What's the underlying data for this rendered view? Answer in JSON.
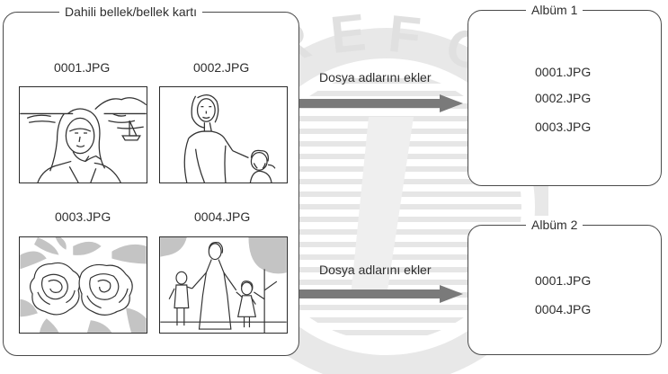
{
  "memory_panel": {
    "title": "Dahili bellek/bellek kartı",
    "photos": [
      {
        "filename": "0001.JPG",
        "scene": "woman-at-sea"
      },
      {
        "filename": "0002.JPG",
        "scene": "mother-and-child"
      },
      {
        "filename": "0003.JPG",
        "scene": "flowers"
      },
      {
        "filename": "0004.JPG",
        "scene": "family-walk"
      }
    ]
  },
  "arrows": [
    {
      "label": "Dosya adlarını ekler"
    },
    {
      "label": "Dosya adlarını ekler"
    }
  ],
  "albums": [
    {
      "title": "Albüm 1",
      "files": [
        "0001.JPG",
        "0002.JPG",
        "0003.JPG"
      ]
    },
    {
      "title": "Albüm 2",
      "files": [
        "0001.JPG",
        "0004.JPG"
      ]
    }
  ],
  "colors": {
    "arrow": "#7a7a7a",
    "border": "#4a4a4a",
    "watermark": "#e6e6e6"
  }
}
